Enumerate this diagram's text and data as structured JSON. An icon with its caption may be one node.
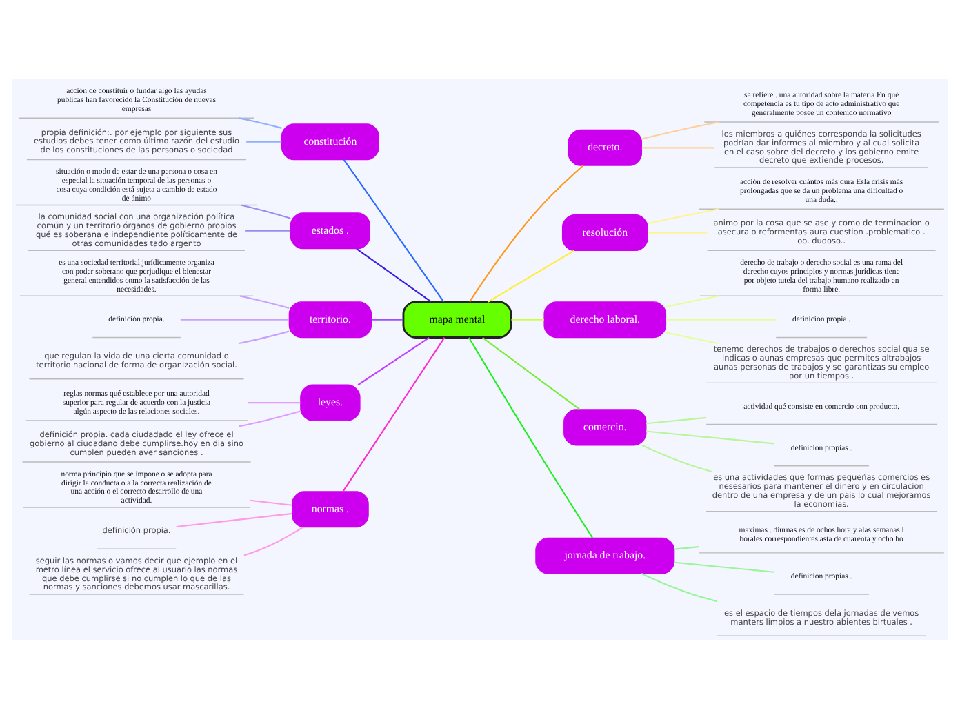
{
  "diagram": {
    "nodes": [
      {
        "text": [
          "mapa mental"
        ]
      },
      {
        "text": [
          "constitución"
        ]
      },
      {
        "text": [
          "acción de constituir o fundar algo las ayudas públicas han favorecido la Constitución de nuevas empresas"
        ]
      },
      {
        "text": [
          "propia definición:. por ejemplo por siguiente sus estudios debes tener como último razón del estudio de los constituciones de las personas o sociedad"
        ]
      },
      {
        "text": [
          "estados ."
        ]
      },
      {
        "text": [
          "situación o modo de estar de una persona o cosa en especial la situación temporal de las personas o cosa cuya condición está sujeta a cambio de estado de ánimo"
        ]
      },
      {
        "text": [
          "la comunidad social con una organización política común y un territorio órganos de gobierno propios qué es soberana e independiente políticamente de otras comunidades tado argento"
        ]
      },
      {
        "text": [
          "territorio."
        ]
      },
      {
        "text": [
          "es una sociedad territorial jurídicamente organiza con poder soberano que perjudique el bienestar general entendidos como la satisfacción de las necesidades."
        ]
      },
      {
        "text": [
          "definición propia."
        ]
      },
      {
        "text": [
          "que regulan la vida de una cierta comunidad o territorio nacional de forma de organización social."
        ]
      },
      {
        "text": [
          "leyes."
        ]
      },
      {
        "text": [
          "reglas normas qué establece por una autoridad superior para regular de acuerdo con la justicia algún aspecto de las relaciones sociales."
        ]
      },
      {
        "text": [
          "definición propia. cada ciudadado el ley ofrece el gobierno al ciudadano debe cumplirse.hoy en dia sino cumplen pueden aver sanciones ."
        ]
      },
      {
        "text": [
          "normas ."
        ]
      },
      {
        "text": [
          "norma principio que se impone o se adopta para dirigir la conducta o a la correcta realización de una acción o el correcto desarrollo de una actividad."
        ]
      },
      {
        "text": [
          "definición propia."
        ]
      },
      {
        "text": [
          "seguir las normas o vamos decir que ejemplo en el metro línea el servicio ofrece al usuario las normas que debe cumplirse si no cumplen lo que de las normas y sanciones debemos usar mascarillas."
        ]
      },
      {
        "text": [
          "decreto."
        ]
      },
      {
        "text": [
          "se refiere . una autoridad sobre la materia En qué competencia es tu tipo de acto administrativo que generalmente posee un contenido normativo"
        ]
      },
      {
        "text": [
          "los miembros a quiénes corresponda la solicitudes podrían dar informes al miembro y al cual solicita en el caso sobre del decreto y los gobierno emite decreto que extiende procesos."
        ]
      },
      {
        "text": [
          "resolución"
        ]
      },
      {
        "text": [
          "acción de resolver cuántos más dura Esla crisis más prolongadas que se da un problema una dificultad o una duda.."
        ]
      },
      {
        "text": [
          "animo por la cosa que se ase y como de terminacion o asecura o reformentas aura cuestion .problematico . oo. dudoso.."
        ]
      },
      {
        "text": [
          "derecho laboral."
        ]
      },
      {
        "text": [
          "derecho de trabajo o derecho social es una rama del derecho cuyos principios y normas jurídicas tiene por objeto tutela del trabajo humano realizado en forma libre."
        ]
      },
      {
        "text": [
          "definicion propia ."
        ]
      },
      {
        "text": [
          "tenemo derechos de trabajos o derechos social qua se indicas o aunas empresas que permites altrabajos aunas personas de trabajos y se garantizas su empleo por un tiempos ."
        ]
      },
      {
        "text": [
          "comercio."
        ]
      },
      {
        "text": [
          "actividad qué consiste en comercio con producto."
        ]
      },
      {
        "text": [
          "definicion propias ."
        ]
      },
      {
        "text": [
          "es una actividades que formas pequeñas comercios es nesesarios para mantener el dinero y en circulacion dentro de una empresa y de un pais lo cual mejoramos la economias."
        ]
      },
      {
        "text": [
          "jornada de trabajo."
        ]
      },
      {
        "text": [
          "maximas . diurnas es de ochos hora y alas semanas l borales correspondientes asta de cuarenta y ocho ho"
        ]
      },
      {
        "text": [
          "definicion propias ."
        ]
      },
      {
        "text": [
          "es el espacio de tiempos dela jornadas de vemos manters limpios a nuestro abientes birtuales ."
        ]
      }
    ],
    "edges": [
      {
        "from": 0,
        "to": 1,
        "arrow": "none",
        "color": "#2d6bff"
      },
      {
        "from": 1,
        "to": 2,
        "arrow": "none",
        "color": "#8fb0ff"
      },
      {
        "from": 1,
        "to": 3,
        "arrow": "none",
        "color": "#8fb0ff"
      },
      {
        "from": 0,
        "to": 4,
        "arrow": "none",
        "color": "#3a1fe0"
      },
      {
        "from": 4,
        "to": 5,
        "arrow": "none",
        "color": "#9a8cf0"
      },
      {
        "from": 4,
        "to": 6,
        "arrow": "none",
        "color": "#9a8cf0"
      },
      {
        "from": 0,
        "to": 7,
        "arrow": "none",
        "color": "#9b4dff"
      },
      {
        "from": 7,
        "to": 8,
        "arrow": "none",
        "color": "#c9a0ff"
      },
      {
        "from": 7,
        "to": 9,
        "arrow": "none",
        "color": "#c9a0ff"
      },
      {
        "from": 7,
        "to": 10,
        "arrow": "none",
        "color": "#c9a0ff"
      },
      {
        "from": 0,
        "to": 11,
        "arrow": "none",
        "color": "#c040ff"
      },
      {
        "from": 11,
        "to": 12,
        "arrow": "none",
        "color": "#e09cff"
      },
      {
        "from": 11,
        "to": 13,
        "arrow": "none",
        "color": "#e09cff"
      },
      {
        "from": 0,
        "to": 14,
        "arrow": "none",
        "color": "#ff2bd0"
      },
      {
        "from": 14,
        "to": 15,
        "arrow": "none",
        "color": "#ff9ae8"
      },
      {
        "from": 14,
        "to": 16,
        "arrow": "none",
        "color": "#ff9ae8"
      },
      {
        "from": 14,
        "to": 17,
        "arrow": "none",
        "color": "#ff9ae8"
      },
      {
        "from": 0,
        "to": 18,
        "arrow": "none",
        "color": "#ff9a1f"
      },
      {
        "from": 18,
        "to": 19,
        "arrow": "none",
        "color": "#ffcf99"
      },
      {
        "from": 18,
        "to": 20,
        "arrow": "none",
        "color": "#ffcf99"
      },
      {
        "from": 0,
        "to": 21,
        "arrow": "none",
        "color": "#ffee33"
      },
      {
        "from": 21,
        "to": 22,
        "arrow": "none",
        "color": "#fff399"
      },
      {
        "from": 21,
        "to": 23,
        "arrow": "none",
        "color": "#fff399"
      },
      {
        "from": 0,
        "to": 24,
        "arrow": "none",
        "color": "#ccff44"
      },
      {
        "from": 24,
        "to": 25,
        "arrow": "none",
        "color": "#e4ff99"
      },
      {
        "from": 24,
        "to": 26,
        "arrow": "none",
        "color": "#e4ff99"
      },
      {
        "from": 24,
        "to": 27,
        "arrow": "none",
        "color": "#e4ff99"
      },
      {
        "from": 0,
        "to": 28,
        "arrow": "none",
        "color": "#77ee33"
      },
      {
        "from": 28,
        "to": 29,
        "arrow": "none",
        "color": "#b9f599"
      },
      {
        "from": 28,
        "to": 30,
        "arrow": "none",
        "color": "#b9f599"
      },
      {
        "from": 28,
        "to": 31,
        "arrow": "none",
        "color": "#b9f599"
      },
      {
        "from": 0,
        "to": 32,
        "arrow": "none",
        "color": "#22ee22"
      },
      {
        "from": 32,
        "to": 33,
        "arrow": "none",
        "color": "#99f599"
      },
      {
        "from": 32,
        "to": 34,
        "arrow": "none",
        "color": "#99f599"
      },
      {
        "from": 32,
        "to": 35,
        "arrow": "none",
        "color": "#99f599"
      }
    ]
  }
}
